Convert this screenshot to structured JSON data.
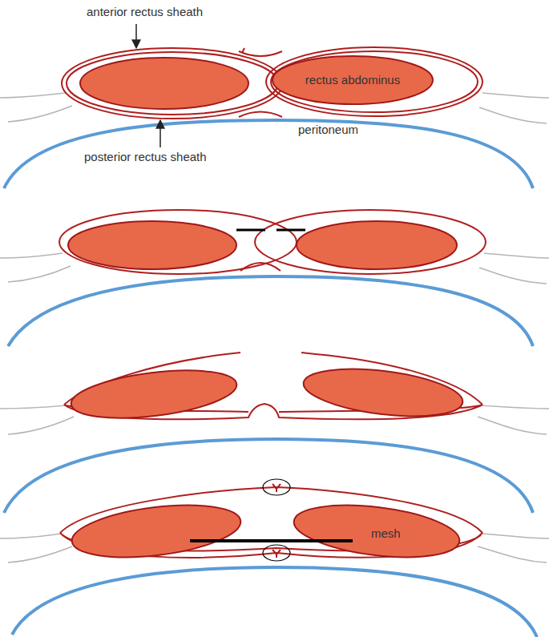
{
  "diagram": {
    "nodes": [
      {
        "text": [
          "rectus abdominus"
        ]
      }
    ],
    "labels": [
      "anterior rectus sheath",
      "posterior rectus sheath",
      "peritoneum",
      "mesh"
    ]
  }
}
